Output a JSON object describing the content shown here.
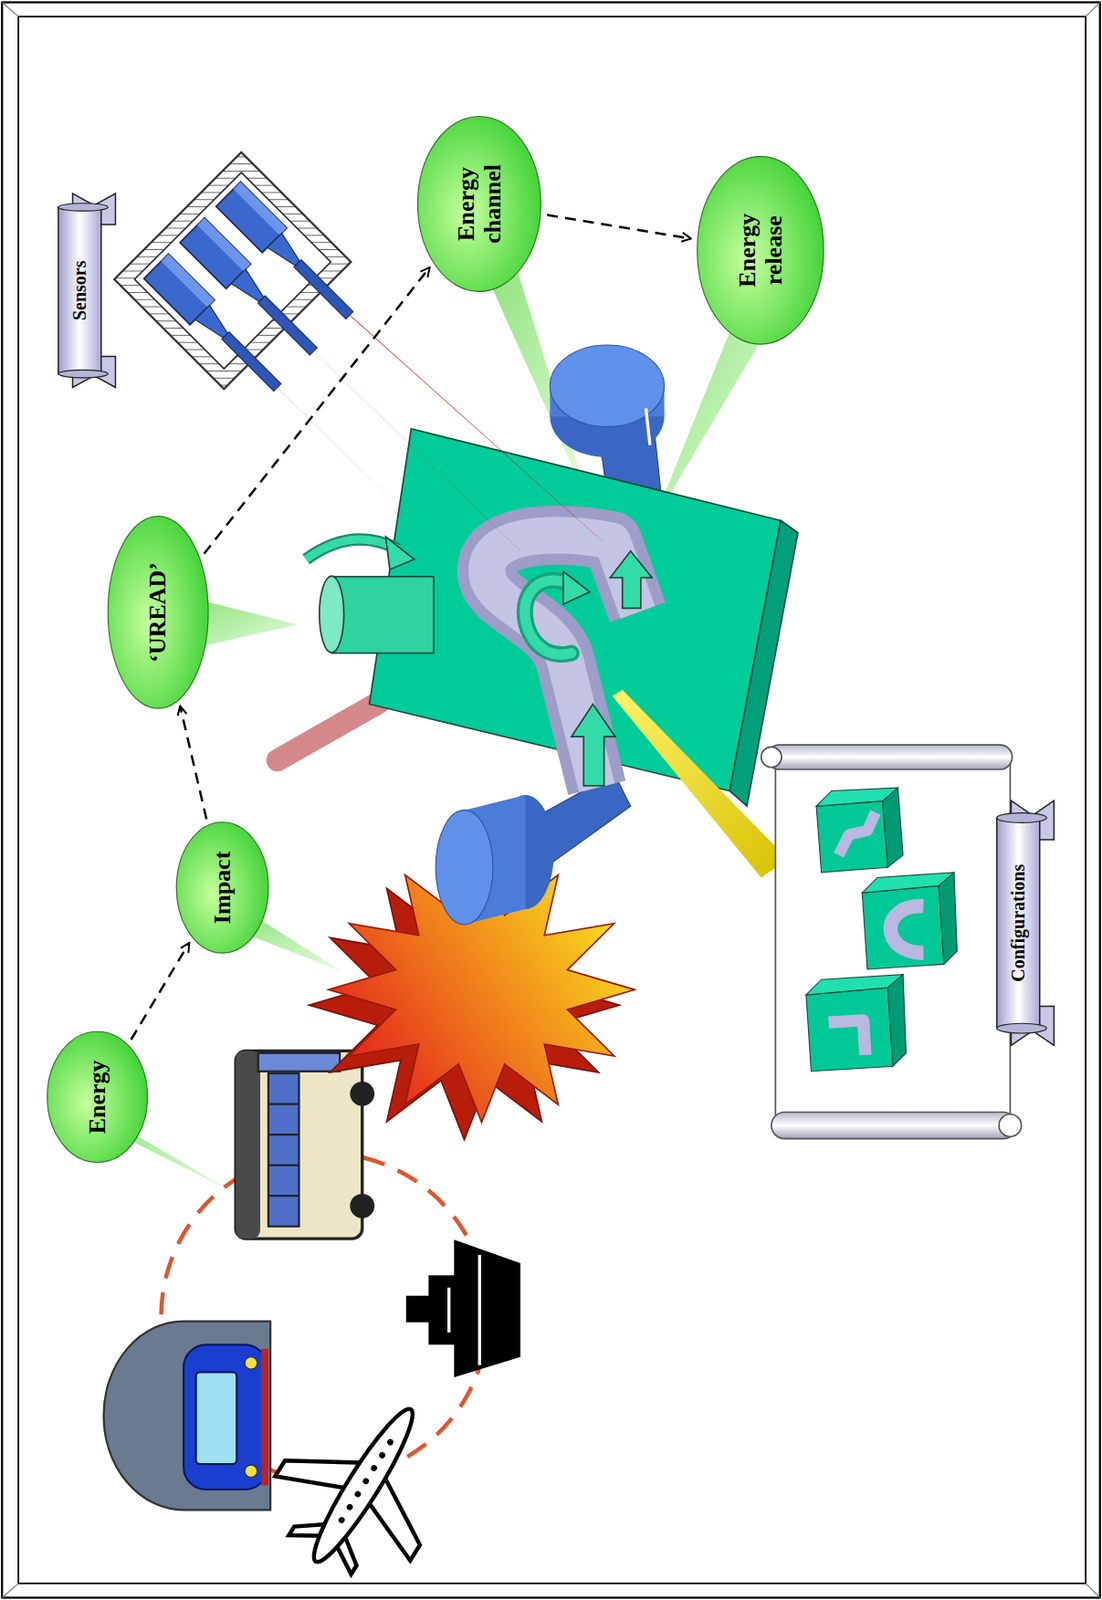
{
  "diagram": {
    "nodes": [
      {
        "text": [
          "Energy"
        ]
      },
      {
        "text": [
          "Impact"
        ]
      },
      {
        "text": [
          "‘UREAD’"
        ]
      },
      {
        "text": [
          "Energy channel"
        ]
      },
      {
        "text": [
          "Energy release"
        ]
      },
      {
        "text": [
          "Sensors"
        ]
      },
      {
        "text": [
          "Configurations"
        ]
      }
    ],
    "edges": [
      {
        "from": 0,
        "to": 1,
        "arrow": "to"
      },
      {
        "from": 1,
        "to": 2,
        "arrow": "to"
      },
      {
        "from": 2,
        "to": 3,
        "arrow": "to"
      },
      {
        "from": 3,
        "to": 4,
        "arrow": "to"
      }
    ]
  }
}
